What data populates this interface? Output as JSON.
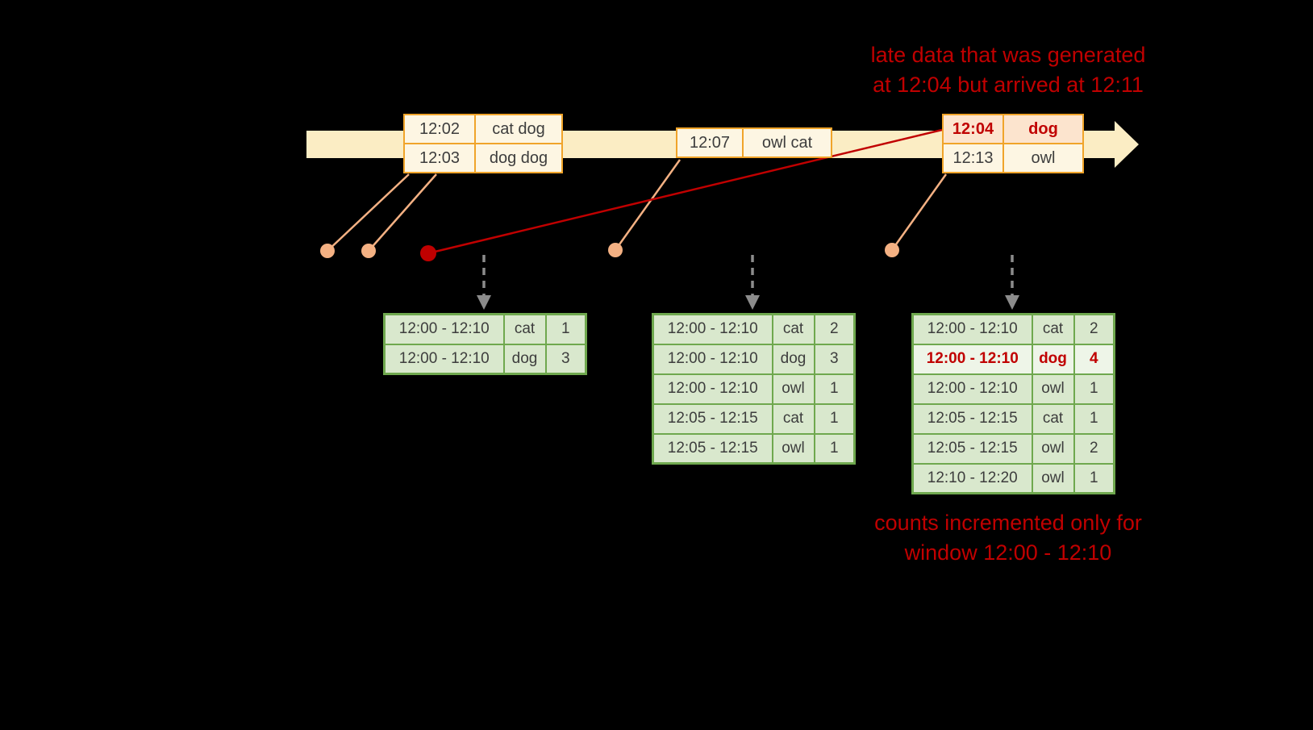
{
  "colors": {
    "bg": "#000000",
    "red": "#c00000",
    "salmon": "#f4b183",
    "timeline-fill": "#fbedc4",
    "event-border": "#f0a42a",
    "event-fill": "#fdf6e3",
    "late-fill": "#fce4ce",
    "table-border": "#6fa84e",
    "table-fill": "#d9e8cd",
    "table-fill-late": "#eef5e8",
    "arrow-gray": "#8c8c8c"
  },
  "annotations": {
    "late_data_line1": "late data that was generated",
    "late_data_line2": "at 12:04 but arrived at 12:11",
    "counts_line1": "counts incremented only for",
    "counts_line2": "window 12:00 - 12:10"
  },
  "events": {
    "group1": {
      "rows": [
        {
          "time": "12:02",
          "words": "cat dog"
        },
        {
          "time": "12:03",
          "words": "dog dog"
        }
      ]
    },
    "group2": {
      "rows": [
        {
          "time": "12:07",
          "words": "owl cat"
        }
      ]
    },
    "group3": {
      "rows": [
        {
          "time": "12:04",
          "words": "dog"
        },
        {
          "time": "12:13",
          "words": "owl"
        }
      ]
    }
  },
  "tables": {
    "t1": {
      "rows": [
        {
          "window": "12:00 - 12:10",
          "word": "cat",
          "count": "1"
        },
        {
          "window": "12:00 - 12:10",
          "word": "dog",
          "count": "3"
        }
      ]
    },
    "t2": {
      "rows": [
        {
          "window": "12:00 - 12:10",
          "word": "cat",
          "count": "2"
        },
        {
          "window": "12:00 - 12:10",
          "word": "dog",
          "count": "3"
        },
        {
          "window": "12:00 - 12:10",
          "word": "owl",
          "count": "1"
        },
        {
          "window": "12:05 - 12:15",
          "word": "cat",
          "count": "1"
        },
        {
          "window": "12:05 - 12:15",
          "word": "owl",
          "count": "1"
        }
      ]
    },
    "t3": {
      "rows": [
        {
          "window": "12:00 - 12:10",
          "word": "cat",
          "count": "2"
        },
        {
          "window": "12:00 - 12:10",
          "word": "dog",
          "count": "4"
        },
        {
          "window": "12:00 - 12:10",
          "word": "owl",
          "count": "1"
        },
        {
          "window": "12:05 - 12:15",
          "word": "cat",
          "count": "1"
        },
        {
          "window": "12:05 - 12:15",
          "word": "owl",
          "count": "2"
        },
        {
          "window": "12:10 - 12:20",
          "word": "owl",
          "count": "1"
        }
      ]
    }
  }
}
